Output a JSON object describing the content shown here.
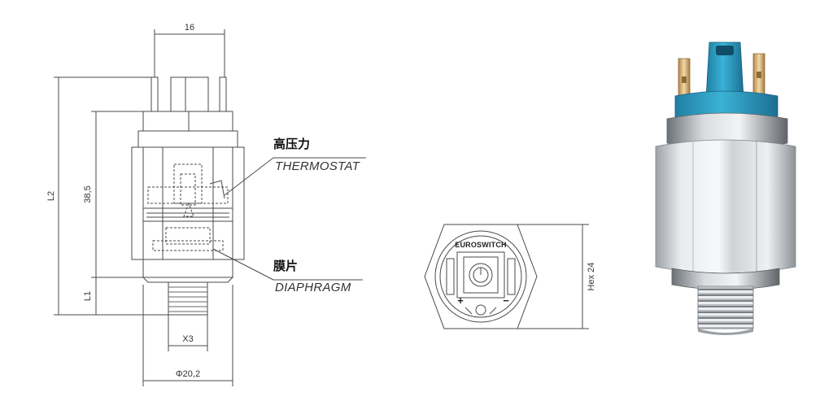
{
  "dimensions": {
    "width_top": "16",
    "height_total": "L2",
    "height_body": "38,5",
    "height_thread": "L1",
    "thread": "X3",
    "diameter": "Φ20,2",
    "hex": "Hex 24"
  },
  "callouts": {
    "thermostat_cn": "高压力",
    "thermostat_en": "THERMOSTAT",
    "diaphragm_cn": "膜片",
    "diaphragm_en": "DIAPHRAGM"
  },
  "top_view": {
    "brand": "EUROSWITCH",
    "plus": "+",
    "minus": "−"
  },
  "colors": {
    "connector": "#2f9fc2",
    "line": "#4a4a4a",
    "metal": "#c8ccd0"
  }
}
